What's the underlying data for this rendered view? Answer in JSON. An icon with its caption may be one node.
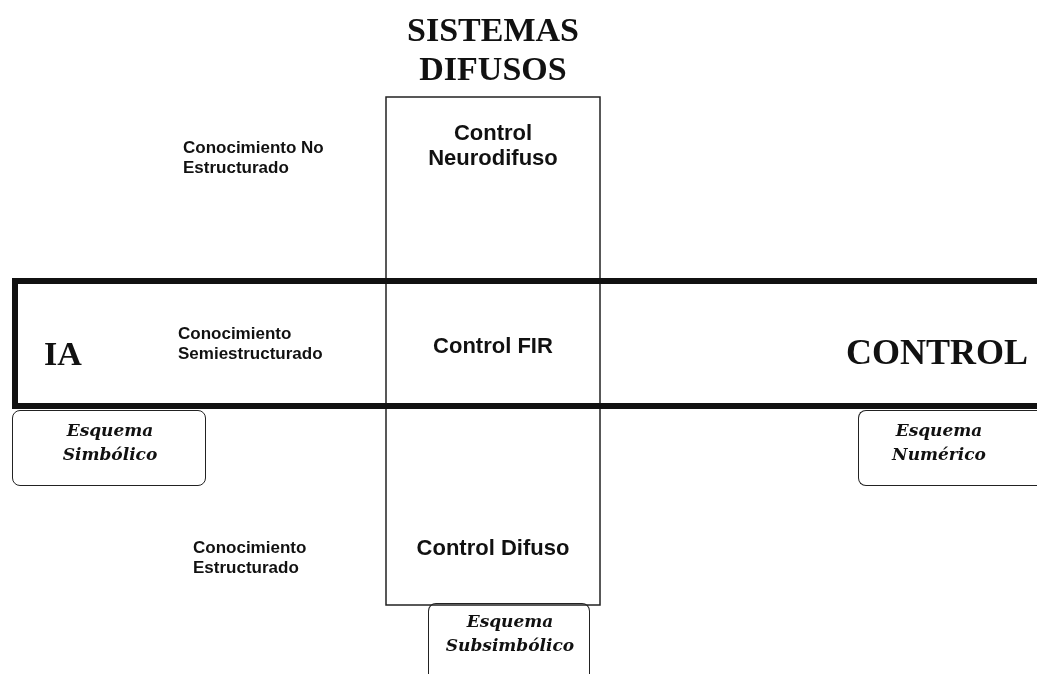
{
  "diagram": {
    "nodes": [
      {
        "text": [
          "SISTEMAS DIFUSOS",
          "Control Neurodifuso",
          "Control FIR",
          "Control Difuso"
        ]
      },
      {
        "text": [
          "IA",
          "Conocimiento Semiestructurado",
          "CONTROL"
        ]
      },
      {
        "text": [
          "Esquema Simbólico"
        ]
      },
      {
        "text": [
          "Esquema Numérico"
        ]
      },
      {
        "text": [
          "Esquema Subsimbólico"
        ]
      }
    ],
    "labels": [
      "Conocimiento No Estructurado",
      "Conocimiento Estructurado"
    ]
  }
}
